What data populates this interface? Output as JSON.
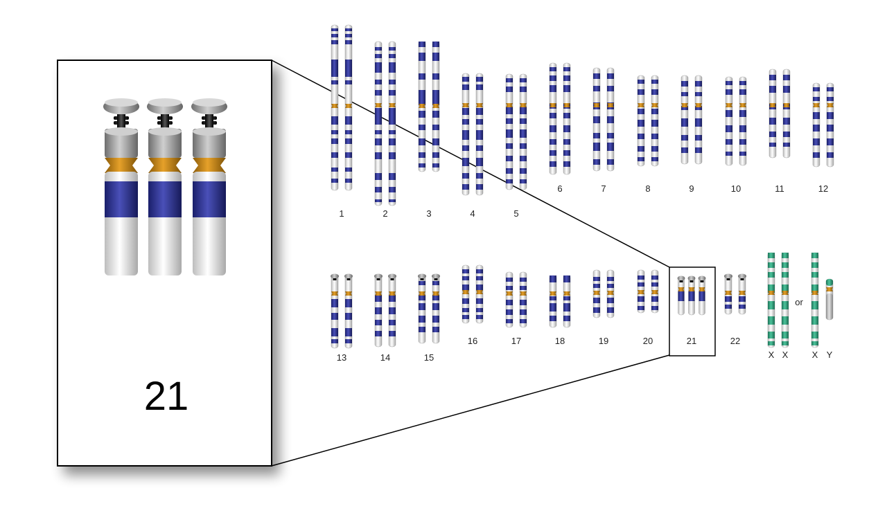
{
  "colors": {
    "band": "#2a2f8f",
    "sex_band": "#2f9e7a",
    "centromere": "#c9870f",
    "cap": "#9a9a9a",
    "tie": "#1a1a1a",
    "body": "#f2f2f2"
  },
  "karyotype": {
    "chromosomes": [
      {
        "label": "1"
      },
      {
        "label": "2"
      },
      {
        "label": "3"
      },
      {
        "label": "4"
      },
      {
        "label": "5"
      },
      {
        "label": "6"
      },
      {
        "label": "7"
      },
      {
        "label": "8"
      },
      {
        "label": "9"
      },
      {
        "label": "10"
      },
      {
        "label": "11"
      },
      {
        "label": "12"
      },
      {
        "label": "13"
      },
      {
        "label": "14"
      },
      {
        "label": "15"
      },
      {
        "label": "16"
      },
      {
        "label": "17"
      },
      {
        "label": "18"
      },
      {
        "label": "19"
      },
      {
        "label": "20"
      },
      {
        "label": "21",
        "copies": 3
      },
      {
        "label": "22"
      }
    ],
    "sex": {
      "female": [
        "X",
        "X"
      ],
      "male": [
        "X",
        "Y"
      ],
      "or_label": "or"
    }
  },
  "zoom": {
    "label": "21",
    "copies": 3
  }
}
